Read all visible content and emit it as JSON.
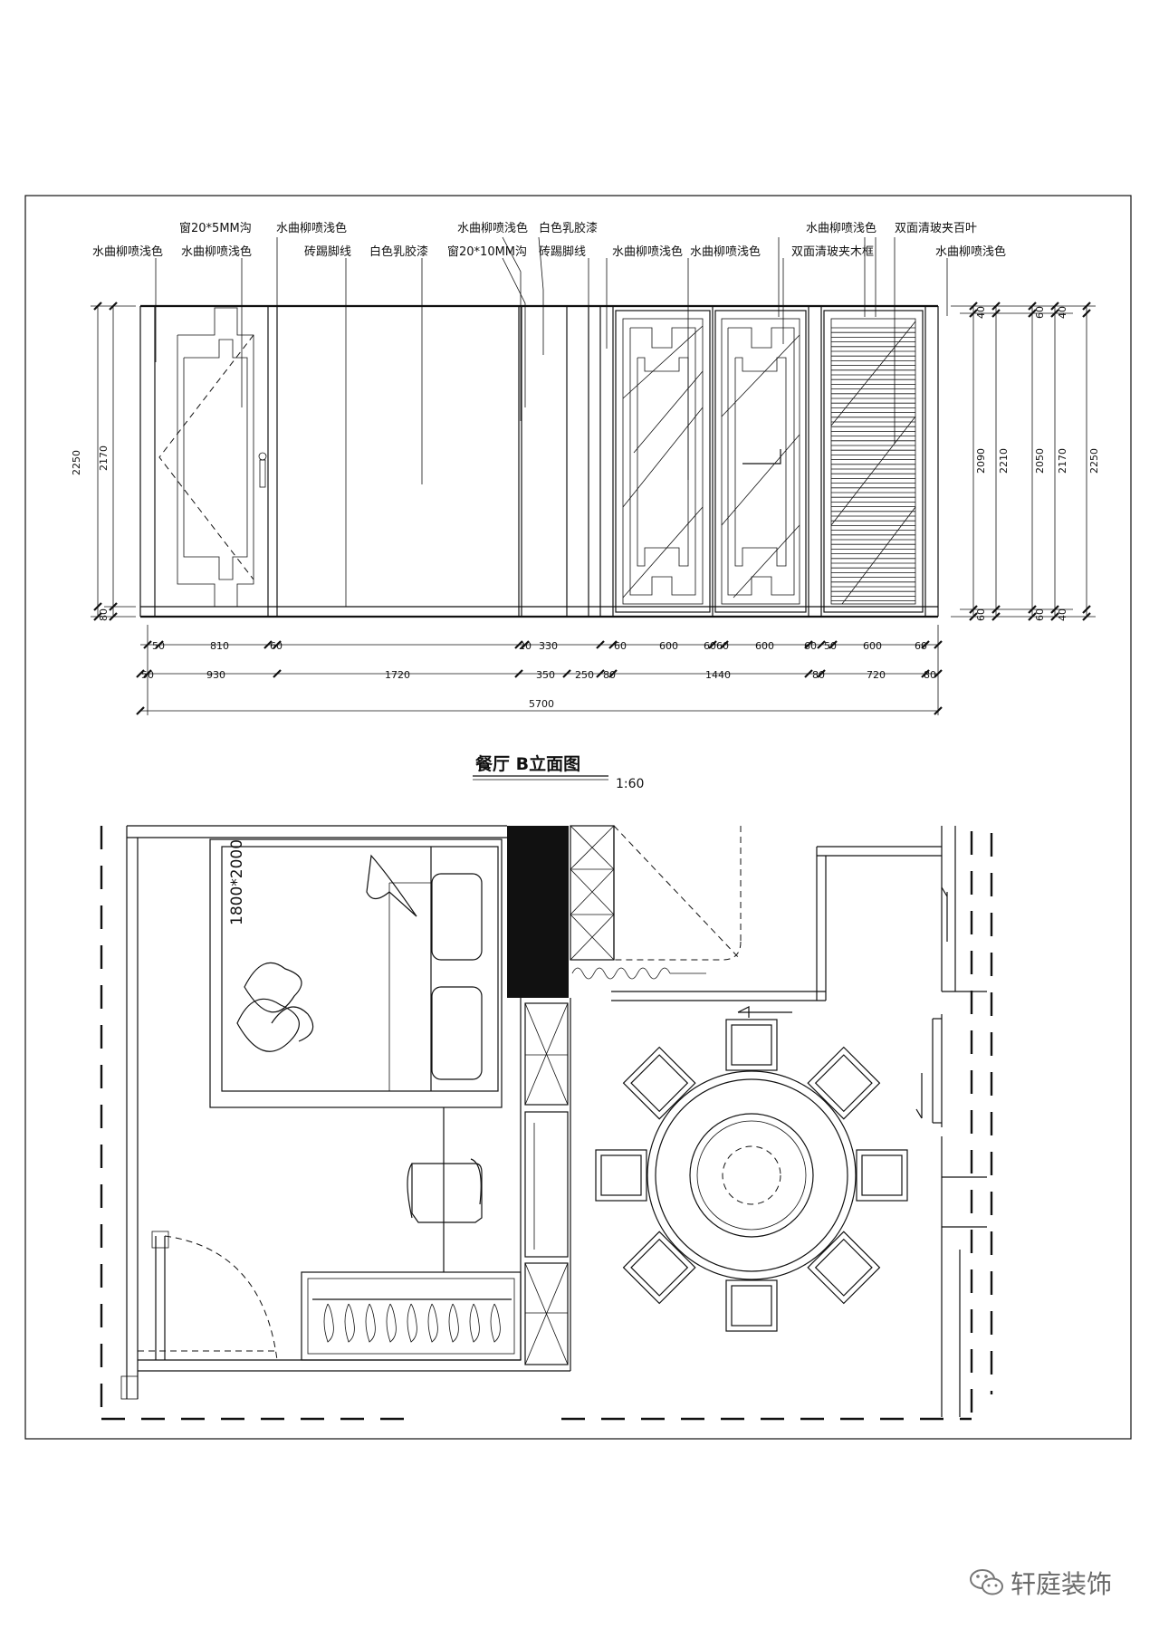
{
  "elevation": {
    "title": "餐厅  B立面图",
    "scale": "1:60",
    "notes_top": [
      "窗20*5MM沟",
      "水曲柳喷浅色",
      "水曲柳喷浅色",
      "白色乳胶漆",
      "水曲柳喷浅色",
      "双面清玻夹百叶"
    ],
    "notes_bottom": [
      "水曲柳喷浅色",
      "水曲柳喷浅色",
      "砖踢脚线",
      "白色乳胶漆",
      "窗20*10MM沟",
      "砖踢脚线",
      "水曲柳喷浅色",
      "水曲柳喷浅色",
      "双面清玻夹木框",
      "水曲柳喷浅色"
    ],
    "dims_row1": [
      "50",
      "810",
      "60",
      "20",
      "330",
      "60",
      "600",
      "6060",
      "600",
      "60",
      "50",
      "600",
      "60"
    ],
    "dims_row2": [
      "50",
      "930",
      "1720",
      "350",
      "250",
      "80",
      "1440",
      "80",
      "720",
      "80"
    ],
    "dim_total": "5700",
    "dims_left": [
      "2250",
      "2170",
      "80"
    ],
    "dims_right_a": [
      "40",
      "2090",
      "60"
    ],
    "dims_right_b": [
      "2210"
    ],
    "dims_right_c": [
      "60",
      "2050",
      "60"
    ],
    "dims_right_d": [
      "40",
      "2170",
      "40"
    ],
    "dims_right_e": [
      "2250"
    ]
  },
  "plan": {
    "bed_label": "1800*2000"
  },
  "watermark": {
    "text": "轩庭装饰",
    "icon": "wechat-icon"
  }
}
